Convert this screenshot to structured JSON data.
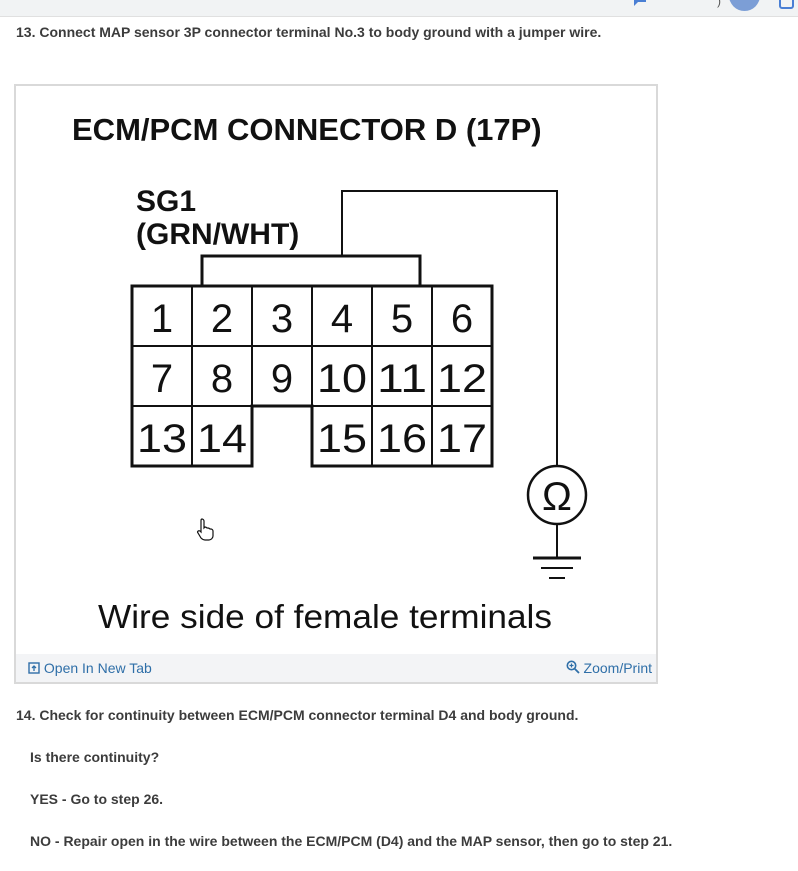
{
  "header": {
    "chat_icon": "chat-icon",
    "mark": ")",
    "avatar": "avatar",
    "apps_icon": "apps-icon"
  },
  "steps": {
    "step13": "13. Connect MAP sensor 3P connector terminal No.3 to body ground with a jumper wire.",
    "step14": "14. Check for continuity between ECM/PCM connector terminal D4 and body ground.",
    "question": "Is there continuity?",
    "yes": "YES - Go to step 26.",
    "no": "NO - Repair open in the wire between the ECM/PCM (D4) and the MAP sensor, then go to step 21."
  },
  "figure": {
    "title": "ECM/PCM CONNECTOR D (17P)",
    "wire_label_1": "SG1",
    "wire_label_2": "(GRN/WHT)",
    "pins": {
      "p1": "1",
      "p2": "2",
      "p3": "3",
      "p4": "4",
      "p5": "5",
      "p6": "6",
      "p7": "7",
      "p8": "8",
      "p9": "9",
      "p10": "10",
      "p11": "11",
      "p12": "12",
      "p13": "13",
      "p14": "14",
      "p15": "15",
      "p16": "16",
      "p17": "17"
    },
    "ohm_symbol": "Ω",
    "caption": "Wire side of female terminals",
    "open_new_tab": "Open In New Tab",
    "zoom_print": "Zoom/Print"
  },
  "colors": {
    "link": "#2f6fa8",
    "text": "#3c3c3c",
    "footer_bg": "#f3f4f6"
  }
}
